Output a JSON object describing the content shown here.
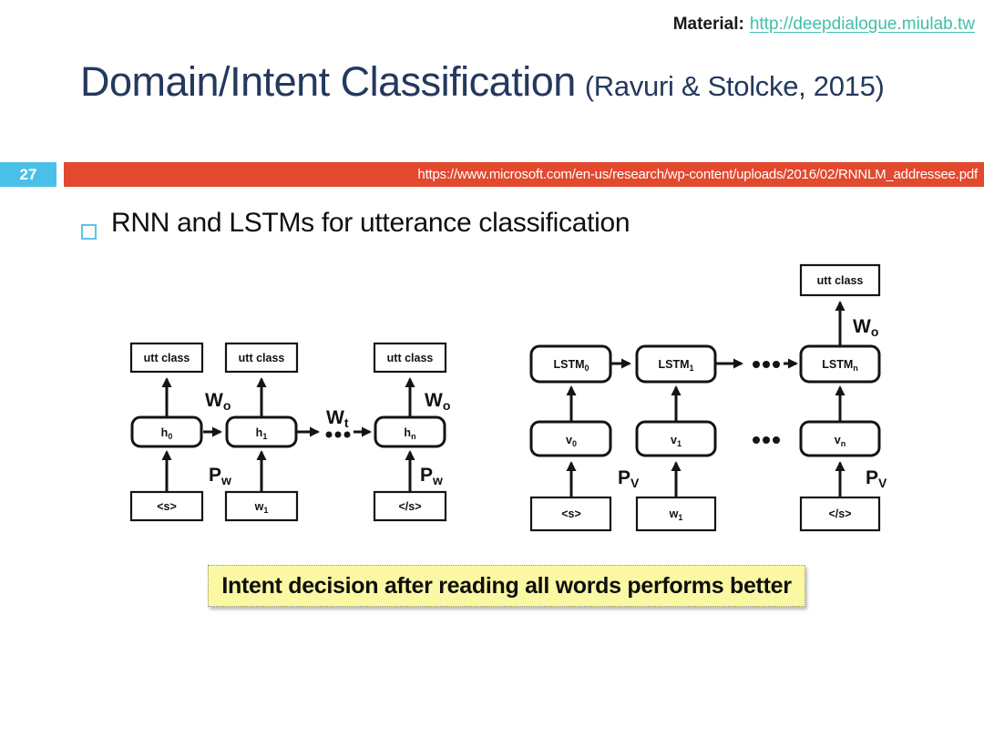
{
  "material": {
    "label": "Material:",
    "url_text": "http://deepdialogue.miulab.tw"
  },
  "title": {
    "main": "Domain/Intent Classification",
    "citation": "(Ravuri & Stolcke, 2015)"
  },
  "banner": {
    "page_number": "27",
    "source_url": "https://www.microsoft.com/en-us/research/wp-content/uploads/2016/02/RNNLM_addressee.pdf"
  },
  "content": {
    "bullet_text": "RNN and LSTMs for utterance classification"
  },
  "callout": {
    "text": "Intent decision after reading all words performs better"
  },
  "colors": {
    "title_navy": "#24395e",
    "accent_teal": "#3fbfa9",
    "page_badge_blue": "#4ac0e8",
    "banner_red": "#e2492e",
    "bullet_square_blue": "#5ec4e8",
    "callout_yellow": "#fbf8a3"
  },
  "diagram": {
    "rnn": {
      "outputs": [
        "utt class",
        "utt class",
        "utt class"
      ],
      "hidden": [
        {
          "base": "h",
          "sub": "0"
        },
        {
          "base": "h",
          "sub": "1"
        },
        {
          "base": "h",
          "sub": "n"
        }
      ],
      "inputs": [
        {
          "base": "<s>",
          "sub": ""
        },
        {
          "base": "w",
          "sub": "1"
        },
        {
          "base": "</s>",
          "sub": ""
        }
      ],
      "labels": {
        "wo": {
          "base": "W",
          "sub": "o"
        },
        "wt": {
          "base": "W",
          "sub": "t"
        },
        "pw": {
          "base": "P",
          "sub": "w"
        }
      }
    },
    "lstm": {
      "output": "utt class",
      "cells": [
        {
          "base": "LSTM",
          "sub": "0"
        },
        {
          "base": "LSTM",
          "sub": "1"
        },
        {
          "base": "LSTM",
          "sub": "n"
        }
      ],
      "vectors": [
        {
          "base": "v",
          "sub": "0"
        },
        {
          "base": "v",
          "sub": "1"
        },
        {
          "base": "v",
          "sub": "n"
        }
      ],
      "inputs": [
        {
          "base": "<s>",
          "sub": ""
        },
        {
          "base": "w",
          "sub": "1"
        },
        {
          "base": "</s>",
          "sub": ""
        }
      ],
      "labels": {
        "wo": {
          "base": "W",
          "sub": "o"
        },
        "pv": {
          "base": "P",
          "sub": "V"
        }
      }
    }
  }
}
